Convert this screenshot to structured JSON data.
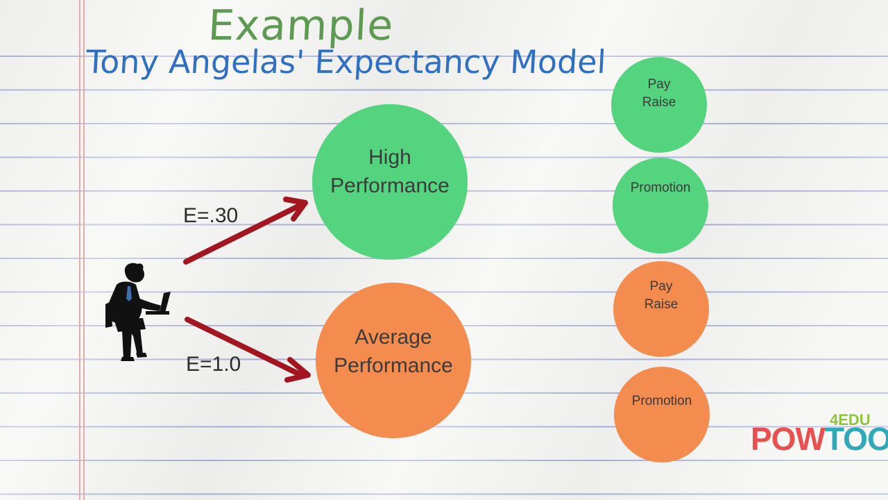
{
  "heading": {
    "example": "Example",
    "model": "Tony Angelas' Expectancy Model"
  },
  "outcomes": {
    "high": "High Performance",
    "average": "Average Performance"
  },
  "expectancy": {
    "high": "E=.30",
    "average": "E=1.0"
  },
  "rewards_high": {
    "raise": [
      "Pay",
      "Raise"
    ],
    "promotion": "Promotion"
  },
  "rewards_average": {
    "raise": [
      "Pay",
      "Raise"
    ],
    "promotion": "Promotion"
  },
  "logo": {
    "text": "POWTOON",
    "sup": "4EDU"
  },
  "colors": {
    "high_circle": "#54d47e",
    "average_circle": "#f48b4f",
    "arrow": "#a31621",
    "title_green": "#5e9a52",
    "title_blue": "#2f6fc4"
  },
  "icons": [
    "person-at-laptop-icon",
    "arrow-icon"
  ]
}
